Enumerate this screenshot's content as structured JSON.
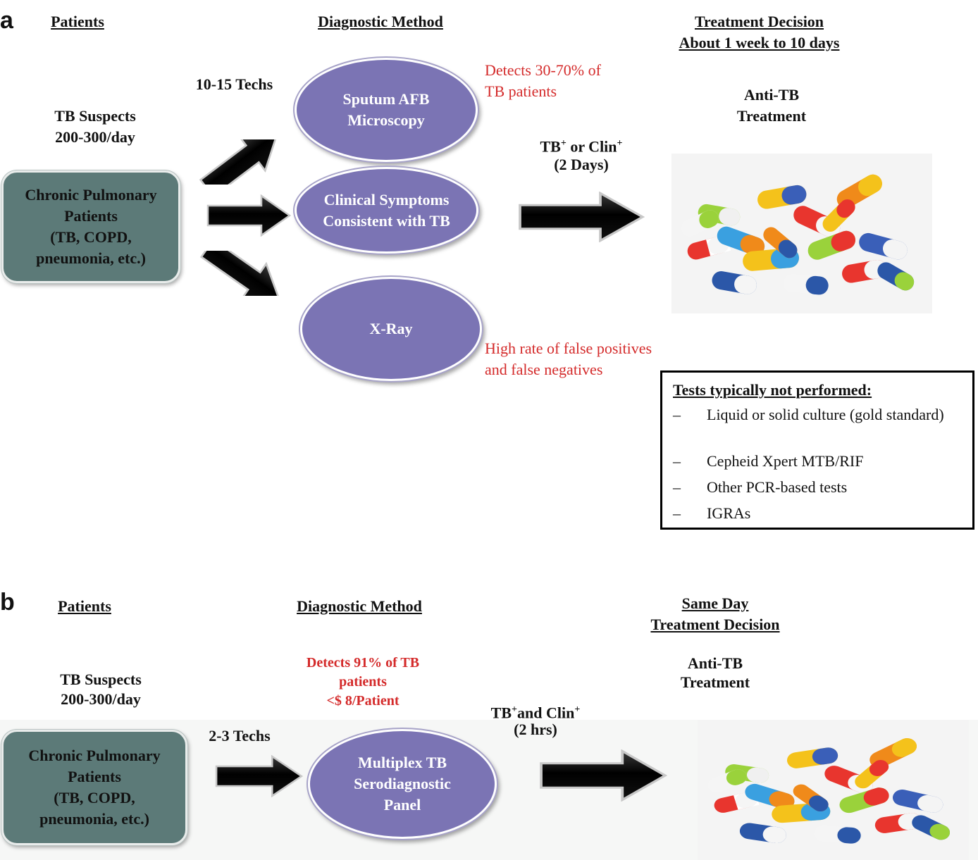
{
  "panel_a": {
    "letter": "a",
    "headers": {
      "patients": "Patients",
      "diagnostic": "Diagnostic Method",
      "treatment_line1": "Treatment Decision",
      "treatment_line2": "About 1 week to 10 days"
    },
    "suspects_line1": "TB Suspects",
    "suspects_line2": "200-300/day",
    "techs": "10-15 Techs",
    "patient_box": [
      "Chronic Pulmonary",
      "Patients",
      "(TB, COPD,",
      "pneumonia, etc.)"
    ],
    "methods": [
      {
        "lines": [
          "Sputum AFB",
          "Microscopy"
        ]
      },
      {
        "lines": [
          "Clinical Symptoms",
          "Consistent with TB"
        ]
      },
      {
        "lines": [
          "X-Ray"
        ]
      }
    ],
    "note_detects_line1": "Detects 30-70% of",
    "note_detects_line2": "TB patients",
    "note_false_line1": "High rate of false positives",
    "note_false_line2": "and false negatives",
    "result": {
      "tb": "TB",
      "sup1": "+",
      "or": " or Clin",
      "sup2": "+",
      "days": "(2 Days)"
    },
    "treatment_line1": "Anti-TB",
    "treatment_line2": "Treatment",
    "tests_box": {
      "title": "Tests typically not performed:",
      "dash": "–",
      "items": [
        "Liquid or solid culture (gold standard)",
        "Cepheid Xpert MTB/RIF",
        "Other PCR-based tests",
        "IGRAs"
      ]
    }
  },
  "panel_b": {
    "letter": "b",
    "headers": {
      "patients": "Patients",
      "diagnostic": "Diagnostic Method",
      "treatment_line1": "Same Day",
      "treatment_line2": "Treatment Decision"
    },
    "suspects_line1": "TB Suspects",
    "suspects_line2": "200-300/day",
    "techs": "2-3 Techs",
    "patient_box": [
      "Chronic Pulmonary",
      "Patients",
      "(TB, COPD,",
      "pneumonia, etc.)"
    ],
    "method": {
      "lines": [
        "Multiplex TB",
        "Serodiagnostic",
        "Panel"
      ]
    },
    "note_lines": [
      "Detects 91% of TB",
      "patients",
      "<$ 8/Patient"
    ],
    "result": {
      "tb": "TB",
      "sup1": "+",
      "and": "and Clin",
      "sup2": "+",
      "hrs": "(2 hrs)"
    },
    "treatment_line1": "Anti-TB",
    "treatment_line2": "Treatment"
  },
  "colors": {
    "patient_box": "#5c7a78",
    "method_oval": "#7b74b4",
    "note_red": "#d42a2a",
    "arrow": "#000000"
  }
}
